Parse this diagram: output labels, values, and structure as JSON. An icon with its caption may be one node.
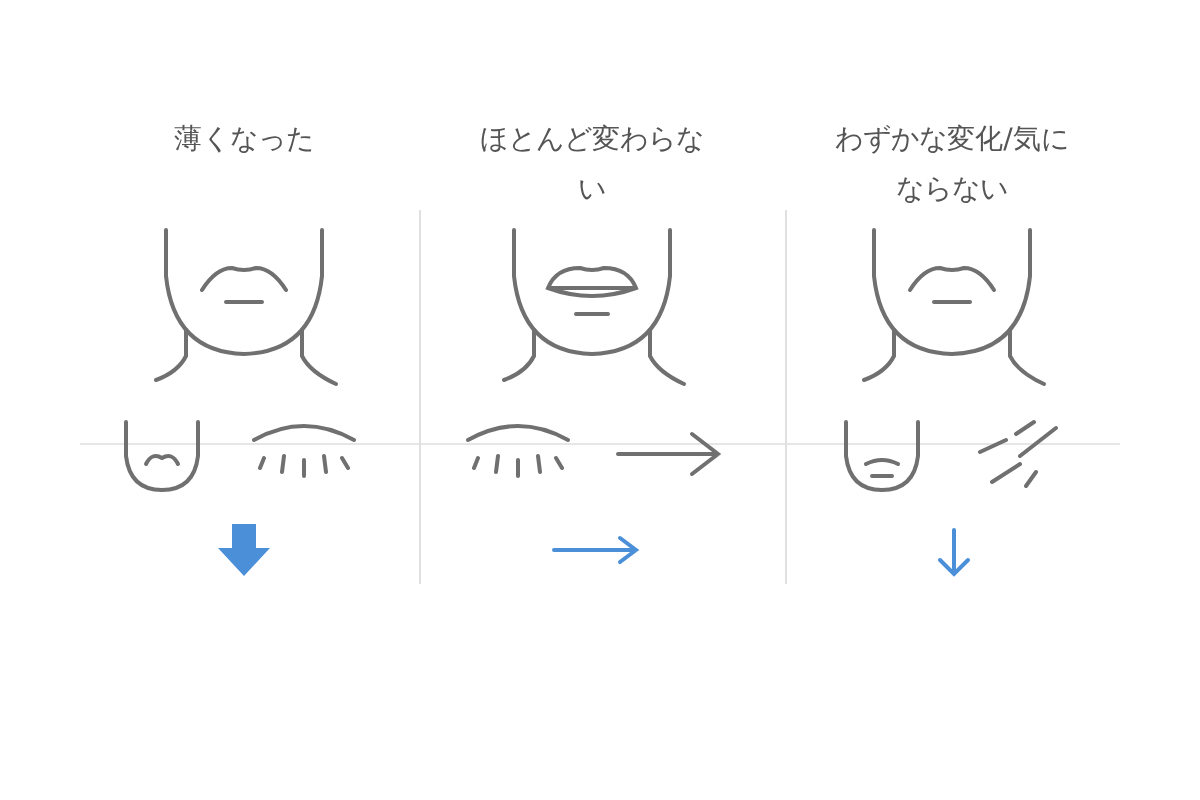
{
  "diagram": {
    "labels": [
      "薄くなった",
      "ほとんど変わらない",
      "わずかな変化/気にならない"
    ]
  }
}
